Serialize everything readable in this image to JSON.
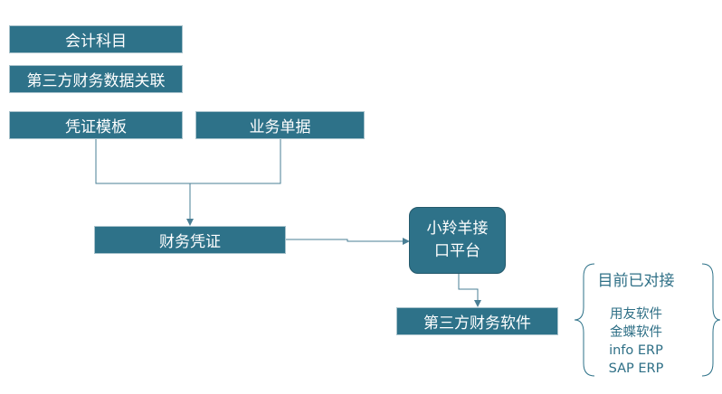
{
  "boxes": {
    "accounting_subject": "会计科目",
    "third_party_finance_link": "第三方财务数据关联",
    "voucher_template": "凭证模板",
    "business_document": "业务单据",
    "finance_voucher": "财务凭证",
    "platform_line1": "小羚羊接",
    "platform_line2": "口平台",
    "third_party_finance_software": "第三方财务软件"
  },
  "supported": {
    "title": "目前已对接",
    "items": [
      "用友软件",
      "金蝶软件",
      "info ERP",
      "SAP ERP"
    ]
  },
  "colors": {
    "box_fill": "#2e7289",
    "connector": "#4a7f95",
    "side_text": "#2e6f86"
  }
}
